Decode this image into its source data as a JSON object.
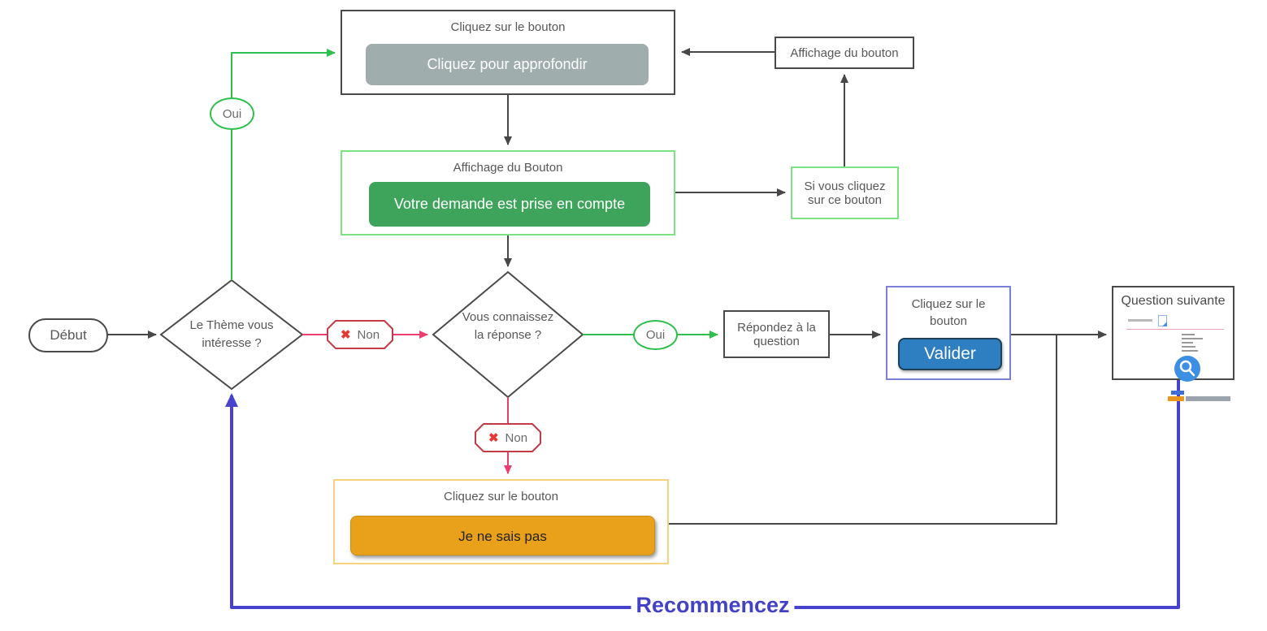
{
  "diagram": {
    "top_box": {
      "title": "Cliquez sur le bouton",
      "button_label": "Cliquez pour approfondir"
    },
    "display_button_box": {
      "label": "Affichage du bouton"
    },
    "confirm_box": {
      "title": "Affichage du Bouton",
      "button_label": "Votre demande est prise en compte"
    },
    "if_click_box": {
      "label": "Si vous cliquez sur ce bouton"
    },
    "start_node": {
      "label": "Début"
    },
    "decision_theme": {
      "label": "Le Thème vous intéresse ?"
    },
    "decision_answer": {
      "label": "Vous connaissez la réponse ?"
    },
    "answer_box": {
      "label": "Répondez à la question"
    },
    "validate_box": {
      "title": "Cliquez sur le bouton",
      "button_label": "Valider"
    },
    "next_question_box": {
      "title": "Question suivante"
    },
    "dont_know_box": {
      "title": "Cliquez sur le bouton",
      "button_label": "Je ne sais pas"
    },
    "edge_labels": {
      "yes_theme": "Oui",
      "no_theme": "Non",
      "yes_answer": "Oui",
      "no_answer": "Non",
      "restart": "Recommencez"
    },
    "icons": {
      "no_icon": "✖",
      "magnifier_icon": "magnifier",
      "document_icon": "document"
    },
    "colors": {
      "line_dark": "#474747",
      "line_green": "#2fbf4f",
      "line_pink": "#ea3e6e",
      "line_blue": "#4843cf",
      "button_gray": "#9fadad",
      "button_green": "#3fa45b",
      "button_blue": "#2d7fc1",
      "button_orange": "#e9a11b",
      "border_green": "#7de381",
      "border_orange": "#f6d27c",
      "border_indigo": "#7b80d8",
      "no_badge_border": "#c43b47",
      "x_red": "#e53935",
      "restart_text": "#4342c6"
    }
  }
}
